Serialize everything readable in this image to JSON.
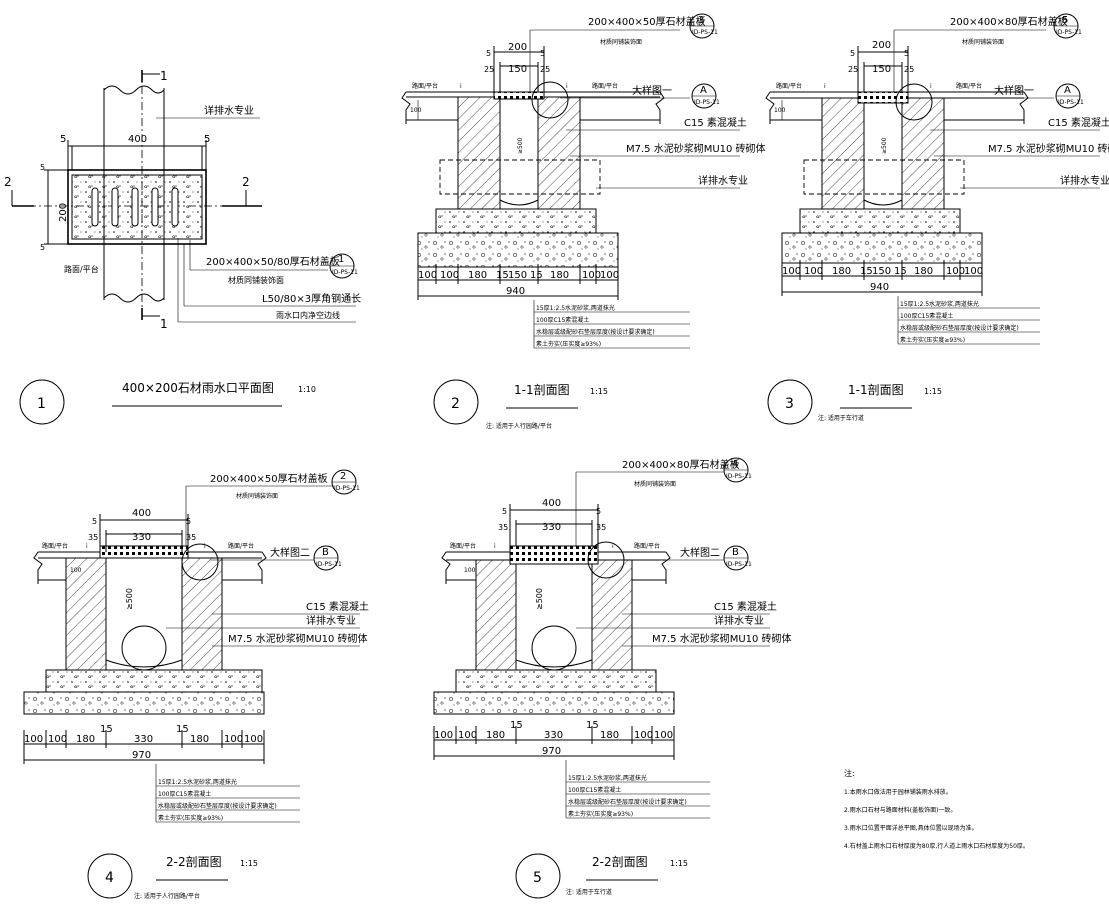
{
  "colors": {
    "line": "#000000",
    "background": "#ffffff"
  },
  "section_marks": {
    "one": "1",
    "two": "2"
  },
  "shared": {
    "road_platform": "路面/平台",
    "slope": "i",
    "small_ref": "ID-PS-11",
    "drain_ref": "详排水专业",
    "dim_100": "100",
    "dim_180": "180",
    "dim_150": "150",
    "dim_15": "15",
    "dim_5": "5",
    "dim_25": "25",
    "dim_35": "35",
    "dim_200": "200",
    "dim_330": "330",
    "dim_400": "400",
    "dim_500": "≥500",
    "c15": "C15 素混凝土",
    "m75": "M7.5 水泥砂浆砌MU10 砖砌体",
    "detail_one": "大样图一",
    "detail_two": "大样图二",
    "tag_a": "A",
    "tag_b": "B"
  },
  "plan": {
    "dim_400": "400",
    "dim_5": "5",
    "dim_200": "200",
    "dim_5b": "5",
    "drain": "详排水专业",
    "cover": "200×400×50/80厚石材盖板",
    "cover_sub": "材质同铺装饰面",
    "ref_no": "1",
    "ref_code": "ID-PS-11",
    "road": "路面/平台",
    "angle": "L50/80×3厚角钢通长",
    "inner": "雨水口内净空边线",
    "circle": "1",
    "title": "400×200石材雨水口平面图",
    "scale": "1:10"
  },
  "d2": {
    "cover": "200×400×50厚石材盖板",
    "cover_sub": "材质同铺装饰面",
    "ref_no": "3",
    "ref_code": "ID-PS-11",
    "total": "940",
    "layers": [
      "15厚1:2.5水泥砂浆,两道抹光",
      "100厚C15素混凝土",
      "水稳层或级配砂石垫层厚度(按设计要求确定)",
      "素土夯实(压实度≥93%)"
    ],
    "circle": "2",
    "title": "1-1剖面图",
    "scale": "1:15",
    "note": "注: 适用于人行园路/平台"
  },
  "d3": {
    "cover": "200×400×80厚石材盖板",
    "cover_sub": "材质同铺装饰面",
    "ref_no": "5",
    "ref_code": "ID-PS-11",
    "drain2": "详排水专业",
    "total": "940",
    "layers": [
      "15厚1:2.5水泥砂浆,两道抹光",
      "100厚C15素混凝土",
      "水稳层或级配砂石垫层厚度(按设计要求确定)",
      "素土夯实(压实度≥93%)"
    ],
    "circle": "3",
    "title": "1-1剖面图",
    "scale": "1:15",
    "note": "注: 适用于车行道"
  },
  "d4": {
    "cover": "200×400×50厚石材盖板",
    "cover_sub": "材质同铺装饰面",
    "ref_no": "2",
    "ref_code": "ID-PS-11",
    "total": "970",
    "layers": [
      "15厚1:2.5水泥砂浆,两道抹光",
      "100厚C15素混凝土",
      "水稳层或级配砂石垫层厚度(按设计要求确定)",
      "素土夯实(压实度≥93%)"
    ],
    "circle": "4",
    "title": "2-2剖面图",
    "scale": "1:15",
    "note": "注: 适用于人行园路/平台"
  },
  "d5": {
    "cover": "200×400×80厚石材盖板",
    "cover_sub": "材质同铺装饰面",
    "ref_no": "4",
    "ref_code": "ID-PS-11",
    "total": "970",
    "layers": [
      "15厚1:2.5水泥砂浆,两道抹光",
      "100厚C15素混凝土",
      "水稳层或级配砂石垫层厚度(按设计要求确定)",
      "素土夯实(压实度≥93%)"
    ],
    "circle": "5",
    "title": "2-2剖面图",
    "scale": "1:15",
    "note": "注: 适用于车行道"
  },
  "notes": {
    "heading": "注:",
    "items": [
      "1.本雨水口做法用于园林铺装雨水排放。",
      "2.雨水口石材与路面材料(盖板饰面)一致。",
      "3.雨水口位置平面详总平图,具体位置以现场为准。",
      "4.石材盖上雨水口石材厚度为80厚,行人道上雨水口石材厚度为50厚。"
    ]
  }
}
